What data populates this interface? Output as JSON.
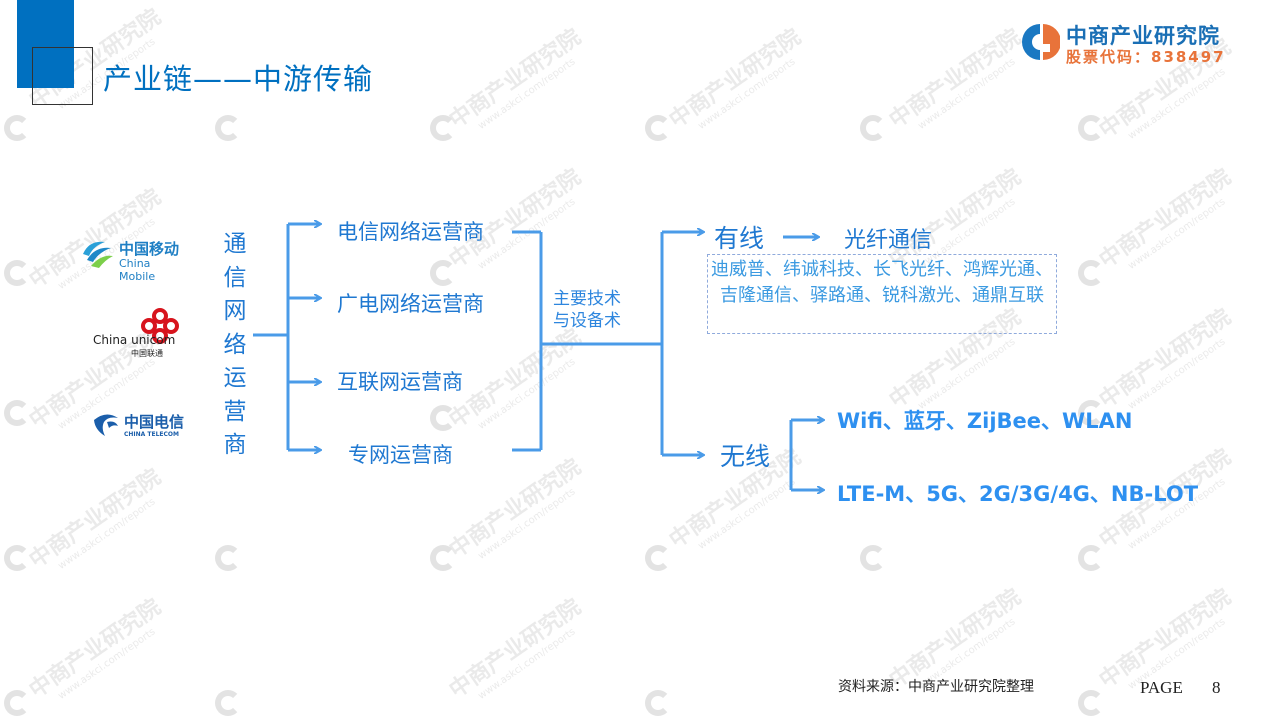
{
  "header": {
    "title": "产业链——中游传输",
    "brand": {
      "name": "中商产业研究院",
      "stock_code": "股票代码：838497",
      "name_color": "#1a6fb5",
      "code_color": "#e8733a"
    },
    "accent_color": "#0070c0"
  },
  "operators": [
    {
      "name": "中国移动",
      "english": "China Mobile",
      "icon": "china-mobile-logo"
    },
    {
      "name": "中国联通",
      "english": "China unicom",
      "icon": "china-unicom-logo"
    },
    {
      "name": "中国电信",
      "english": "CHINA TELECOM",
      "icon": "china-telecom-logo"
    }
  ],
  "diagram": {
    "root": "通信网络运营商",
    "root_chars": [
      "通",
      "信",
      "网",
      "络",
      "运",
      "营",
      "商"
    ],
    "categories": [
      "电信网络运营商",
      "广电网络运营商",
      "互联网运营商",
      "专网运营商"
    ],
    "tech_label_line1": "主要技术",
    "tech_label_line2": "与设备术",
    "wired": {
      "label": "有线",
      "target": "光纤通信",
      "companies": "迪威普、纬诚科技、长飞光纤、鸿辉光通、吉隆通信、驿路通、锐科激光、通鼎互联"
    },
    "wireless": {
      "label": "无线",
      "branches": [
        "Wifi、蓝牙、ZijBee、WLAN",
        "LTE-M、5G、2G/3G/4G、NB-LOT"
      ]
    },
    "line_color": "#4a9be8"
  },
  "footer": {
    "source": "资料来源：中商产业研究院整理",
    "page_label": "PAGE",
    "page_number": "8"
  },
  "watermark": {
    "text": "中商产业研究院",
    "url": "www.askci.com/reports"
  }
}
